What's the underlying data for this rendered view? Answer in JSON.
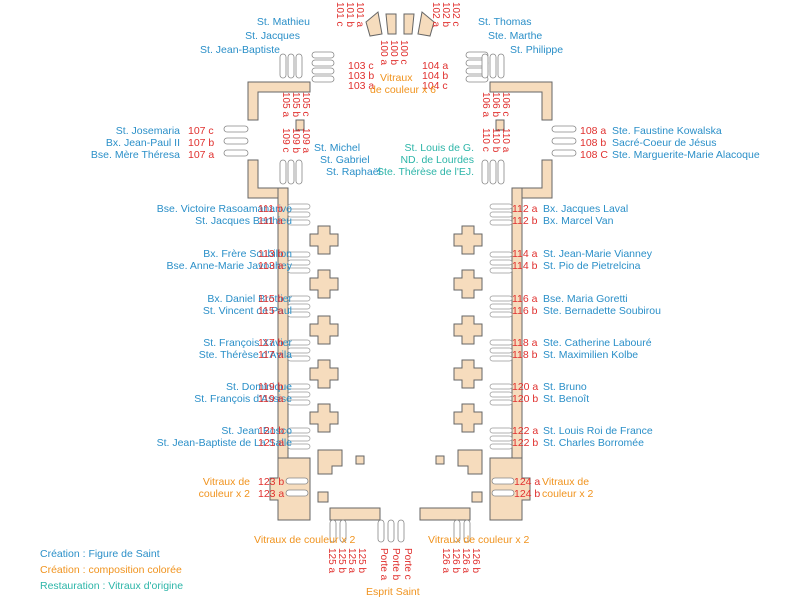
{
  "colors": {
    "saint": "#2a8fc8",
    "composition": "#f0931e",
    "restauration": "#2cb5a8",
    "code": "#e0312f",
    "wall": "#f6dcbd",
    "wall_stroke": "#666666"
  },
  "top": {
    "left_saints": [
      "St. Mathieu",
      "St. Jacques",
      "St. Jean-Baptiste"
    ],
    "right_saints": [
      "St. Thomas",
      "Ste. Marthe",
      "St. Philippe"
    ],
    "vitraux_center": [
      "Vitraux",
      "de couleur x 6"
    ],
    "apse_left_codes": [
      "101 c",
      "101 b",
      "101 a"
    ],
    "apse_center_left_codes": [
      "100 a",
      "100 b",
      "100 c"
    ],
    "apse_right_codes": [
      "102 a",
      "102 b",
      "102 c"
    ],
    "center_left_codes": [
      "103 c",
      "103 b",
      "103 a"
    ],
    "center_right_codes": [
      "104 a",
      "104 b",
      "104 c"
    ],
    "col_105": [
      "105 a",
      "105 b",
      "105 c"
    ],
    "col_106": [
      "106 a",
      "106 b",
      "106 c"
    ],
    "col_109": [
      "109 c",
      "109 b",
      "109 a"
    ],
    "col_110": [
      "110 c",
      "110 b",
      "110 a"
    ],
    "michel": [
      "St. Michel",
      "St. Gabriel",
      "St. Raphaël"
    ],
    "louis": [
      "St. Louis de G.",
      "ND. de Lourdes",
      "Ste. Thérèse de l'EJ."
    ]
  },
  "left_transept": {
    "saints": [
      "St. Josemaria",
      "Bx. Jean-Paul II",
      "Bse. Mère Théresa"
    ],
    "codes": [
      "107 c",
      "107 b",
      "107 a"
    ]
  },
  "right_transept": {
    "saints": [
      "Ste. Faustine Kowalska",
      "Sacré-Coeur de Jésus",
      "Ste. Marguerite-Marie Alacoque"
    ],
    "codes": [
      "108 a",
      "108 b",
      "108 C"
    ]
  },
  "left_rows": [
    {
      "saints": [
        "Bse. Victoire Rasoamanarivo",
        "St. Jacques Berthieu"
      ],
      "codes": [
        "111 b",
        "111 a"
      ]
    },
    {
      "saints": [
        "Bx. Frère Scubilion",
        "Bse. Anne-Marie Javouhey"
      ],
      "codes": [
        "113 b",
        "113 a"
      ]
    },
    {
      "saints": [
        "Bx. Daniel Brottier",
        "St. Vincent de Paul"
      ],
      "codes": [
        "115 b",
        "115 a"
      ]
    },
    {
      "saints": [
        "St. François Xavier",
        "Ste. Thérèse d'Avila"
      ],
      "codes": [
        "117 b",
        "117 a"
      ]
    },
    {
      "saints": [
        "St. Dominique",
        "St. François d'Assise"
      ],
      "codes": [
        "119 b",
        "119 a"
      ]
    },
    {
      "saints": [
        "St. Jean Bosco",
        "St. Jean-Baptiste de La Salle"
      ],
      "codes": [
        "121 b",
        "121 a"
      ]
    }
  ],
  "right_rows": [
    {
      "saints": [
        "Bx. Jacques Laval",
        "Bx. Marcel Van"
      ],
      "codes": [
        "112 a",
        "112 b"
      ]
    },
    {
      "saints": [
        "St. Jean-Marie Vianney",
        "St. Pio de Pietrelcina"
      ],
      "codes": [
        "114 a",
        "114 b"
      ]
    },
    {
      "saints": [
        "Bse. Maria Goretti",
        "Ste. Bernadette Soubirou"
      ],
      "codes": [
        "116 a",
        "116 b"
      ]
    },
    {
      "saints": [
        "Ste. Catherine Labouré",
        "St. Maximilien Kolbe"
      ],
      "codes": [
        "118 a",
        "118 b"
      ]
    },
    {
      "saints": [
        "St. Bruno",
        "St. Benoît"
      ],
      "codes": [
        "120 a",
        "120 b"
      ]
    },
    {
      "saints": [
        "St. Louis Roi de France",
        "St. Charles Borromée"
      ],
      "codes": [
        "122 a",
        "122 b"
      ]
    }
  ],
  "lower_left": {
    "vitraux": [
      "Vitraux de",
      "couleur x 2"
    ],
    "codes": [
      "123 b",
      "123 a"
    ]
  },
  "lower_right": {
    "vitraux": [
      "Vitraux de",
      "couleur x 2"
    ],
    "codes": [
      "124 a",
      "124 b"
    ]
  },
  "bottom": {
    "vitraux_left": "Vitraux de couleur x 2",
    "vitraux_right": "Vitraux de couleur x 2",
    "codes_125": [
      "125 a",
      "125 b",
      "125 a",
      "125 b"
    ],
    "codes_126": [
      "126 a",
      "126 b",
      "126 a",
      "126 b"
    ],
    "portes": [
      "Porte a",
      "Porte b",
      "Porte c"
    ],
    "esprit": "Esprit Saint"
  },
  "legend": [
    "Création : Figure de Saint",
    "Création : composition colorée",
    "Restauration : Vitraux d'origine"
  ]
}
